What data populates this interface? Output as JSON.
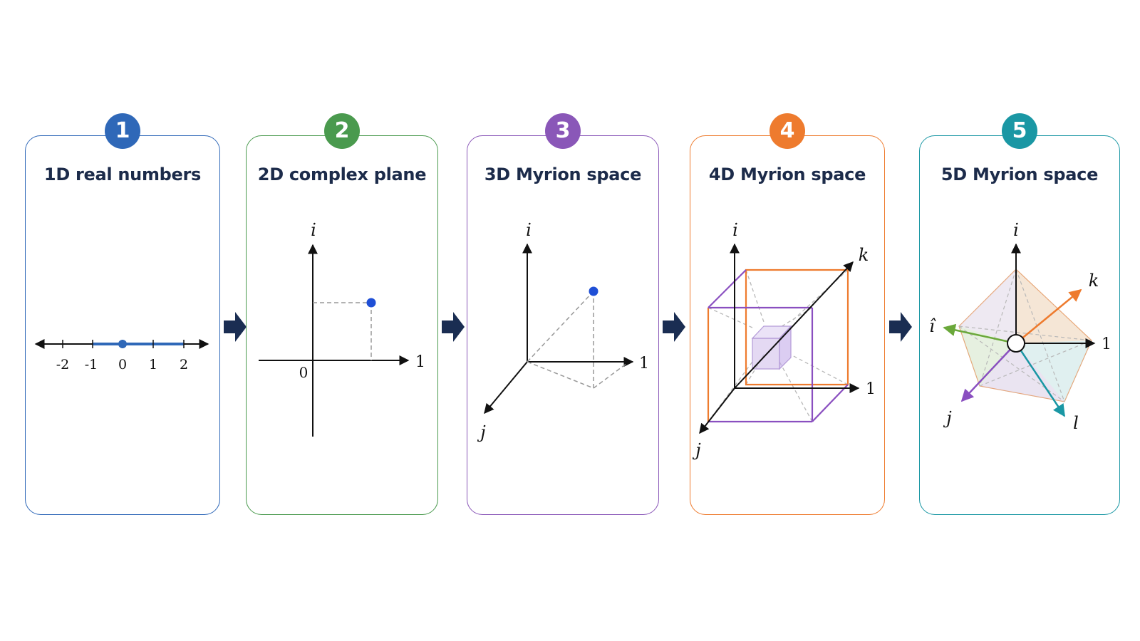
{
  "colors": {
    "p1": "#2f68b8",
    "p2": "#4a9a4e",
    "p3": "#8a57b8",
    "p4": "#ee7b2e",
    "p5": "#1a97a4",
    "title": "#1c2b4a",
    "arrow": "#1a2d52",
    "point": "#1f4fd6"
  },
  "panels": [
    {
      "num": "1",
      "title": "1D real numbers",
      "ticks": [
        "-2",
        "-1",
        "0",
        "1",
        "2"
      ]
    },
    {
      "num": "2",
      "title": "2D complex plane",
      "axis_y": "i",
      "axis_x": "1",
      "origin": "0"
    },
    {
      "num": "3",
      "title": "3D Myrion space",
      "axis_y": "i",
      "axis_x": "1",
      "axis_z": "j"
    },
    {
      "num": "4",
      "title": "4D Myrion space",
      "axis_y": "i",
      "axis_x": "1",
      "axis_z": "j",
      "axis_w": "k"
    },
    {
      "num": "5",
      "title": "5D Myrion space",
      "axis_i": "i",
      "axis_1": "1",
      "axis_k": "k",
      "axis_j": "j",
      "axis_l": "l",
      "axis_extra": "ı̂"
    }
  ],
  "icons": [
    "right-arrow-icon"
  ]
}
